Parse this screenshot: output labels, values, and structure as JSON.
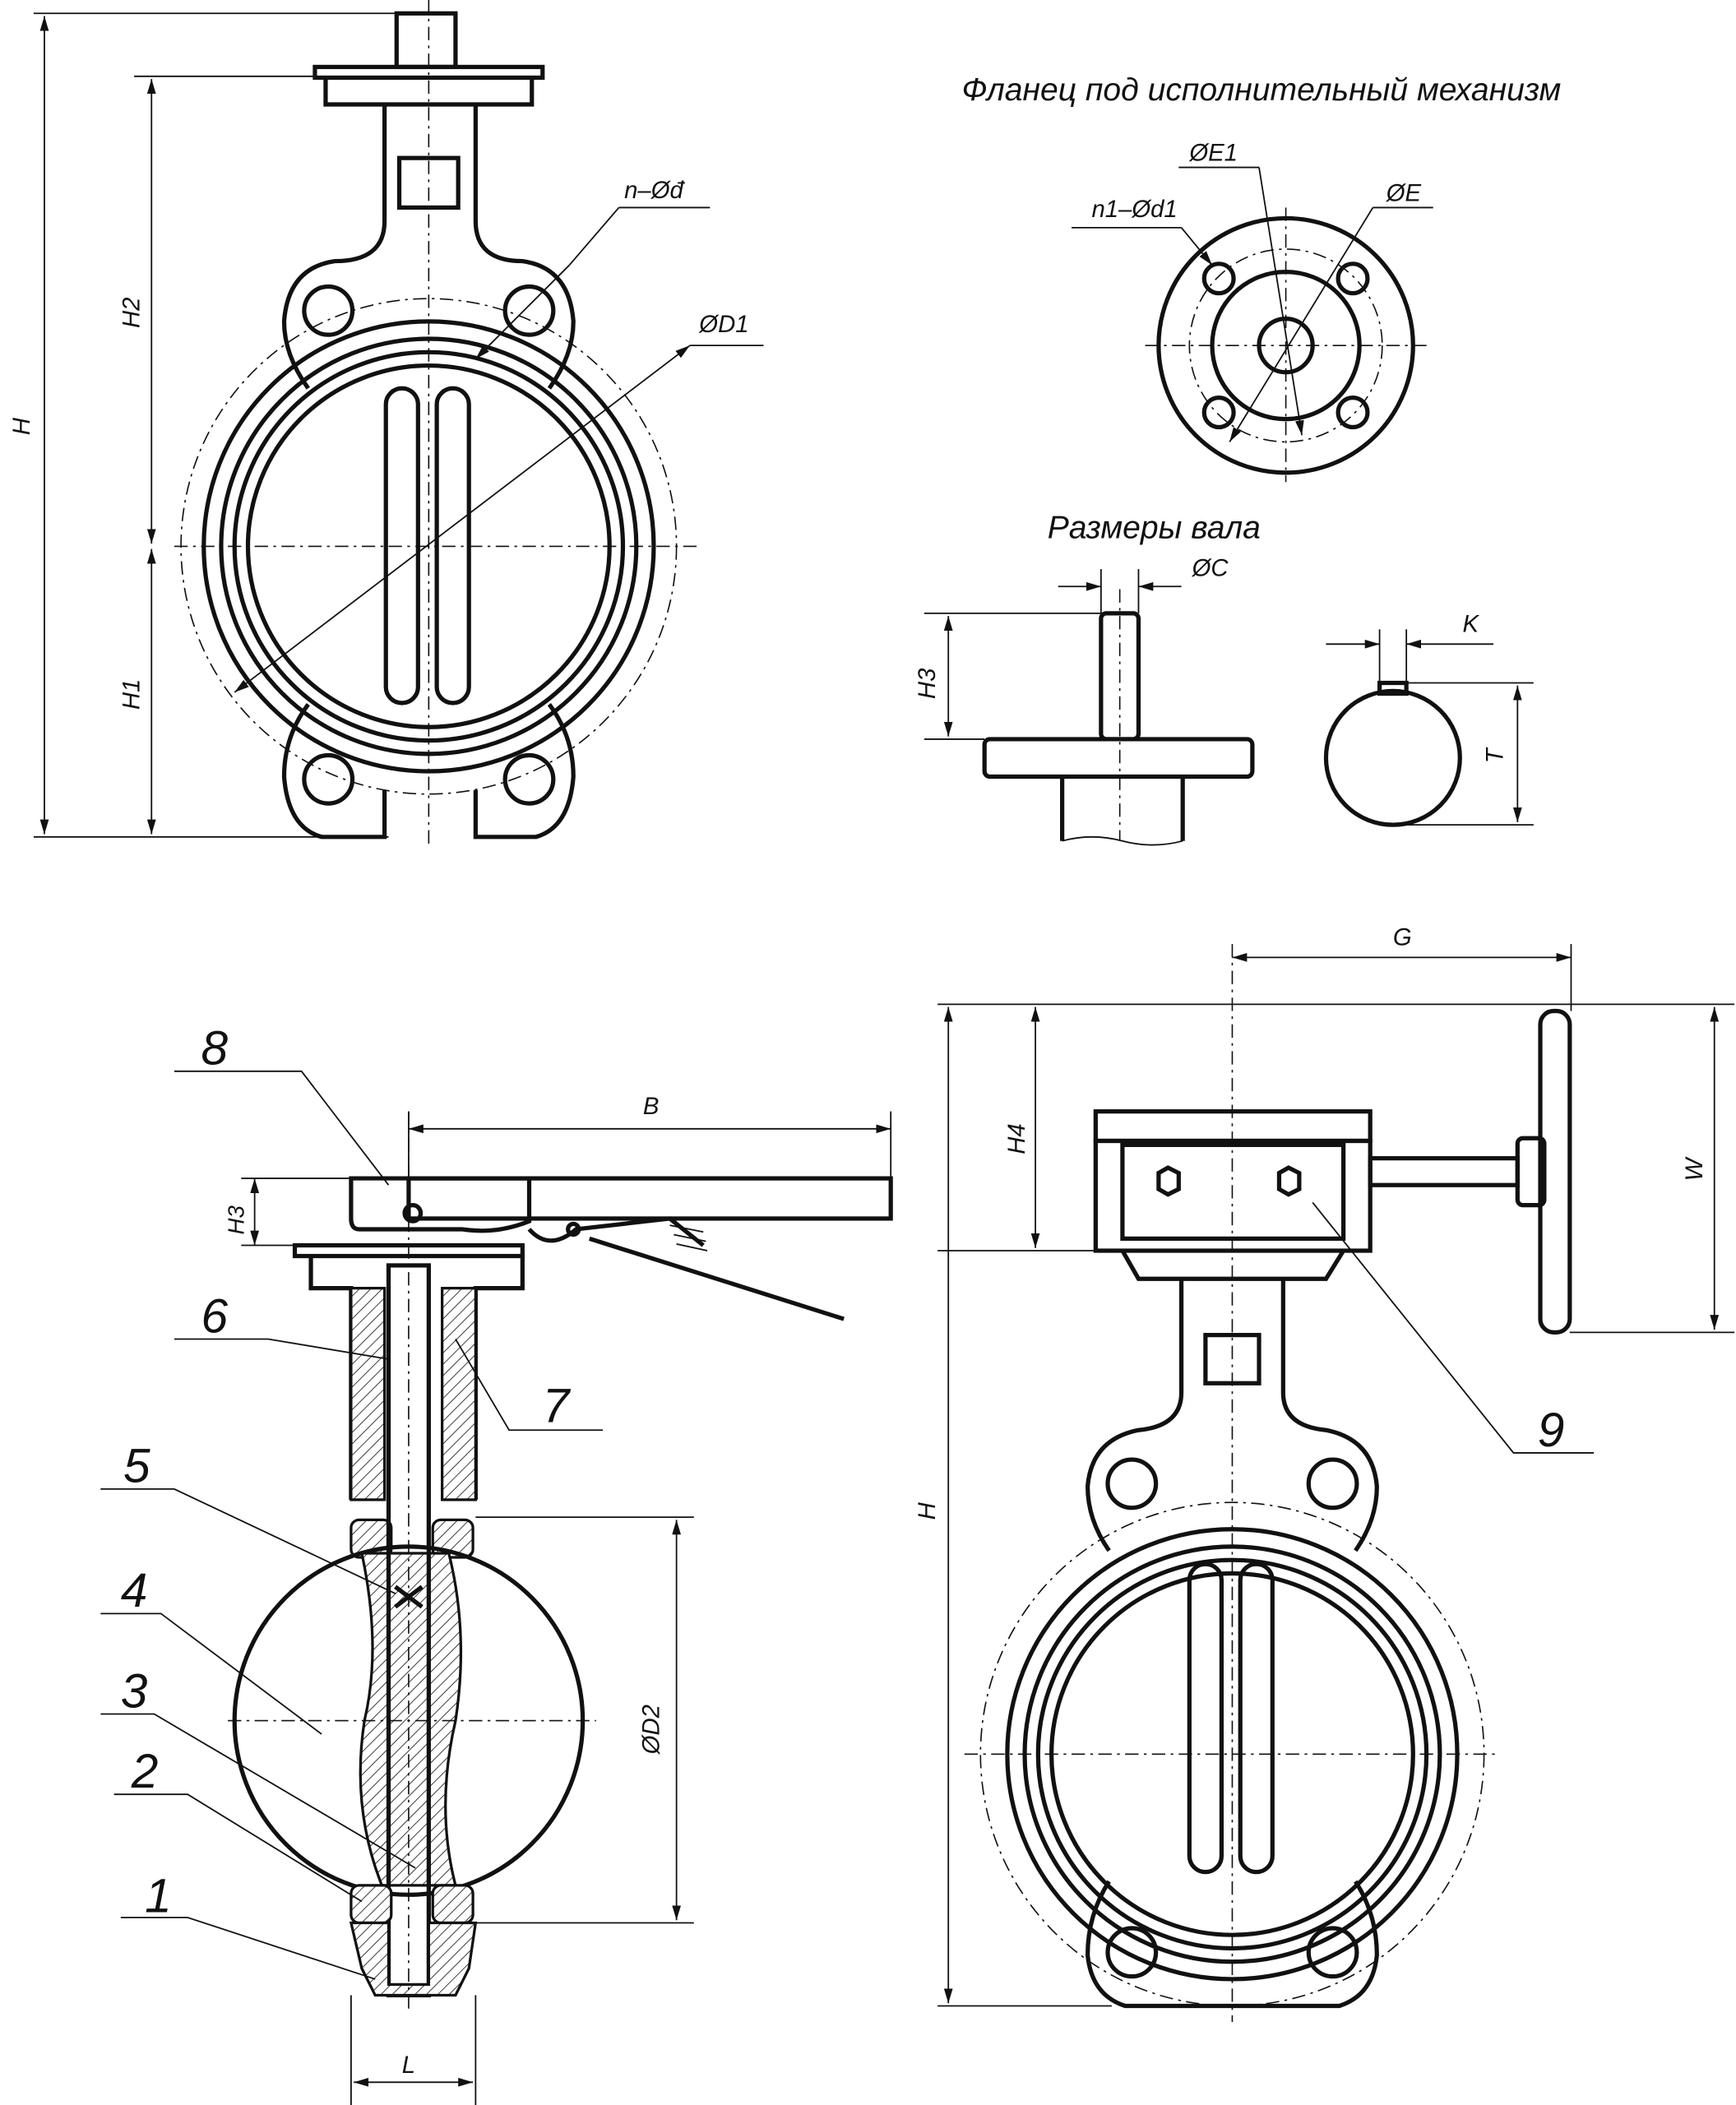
{
  "titles": {
    "flange": "Фланец под исполнительный механизм",
    "shaft": "Размеры вала"
  },
  "dims": {
    "H": "H",
    "H1": "H1",
    "H2": "H2",
    "H3": "H3",
    "H4": "H4",
    "n_d": "n–Øđ",
    "D1": "ØD1",
    "E1": "ØE1",
    "E": "ØE",
    "n1_d1": "n1–Ød1",
    "C": "ØC",
    "K": "K",
    "T": "T",
    "B": "B",
    "G": "G",
    "W": "W",
    "D2": "ØD2",
    "L": "L",
    "H_b": "H",
    "H3_b": "H3"
  },
  "parts": [
    "1",
    "2",
    "3",
    "4",
    "5",
    "6",
    "7",
    "8",
    "9"
  ]
}
